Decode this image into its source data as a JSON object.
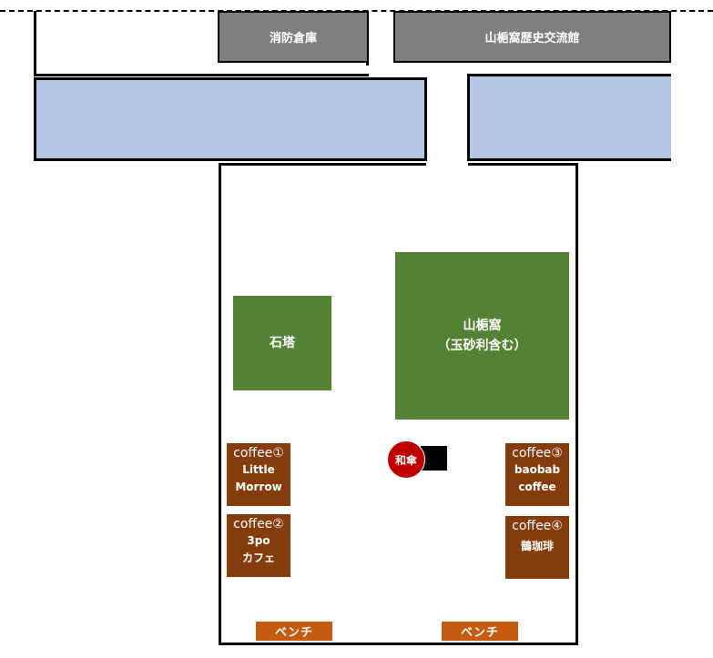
{
  "buildings": {
    "fire_storage": "消防倉庫",
    "museum": "山梔窩歴史交流館"
  },
  "features": {
    "stone_tower": "石塔",
    "sanshika_line1": "山梔窩",
    "sanshika_line2": "（玉砂利含む）",
    "umbrella": "和傘"
  },
  "coffee": [
    {
      "num": "coffee①",
      "name_line1": "Little",
      "name_line2": "Morrow"
    },
    {
      "num": "coffee②",
      "name_line1": "3po",
      "name_line2": "カフェ"
    },
    {
      "num": "coffee③",
      "name_line1": "baobab",
      "name_line2": "coffee"
    },
    {
      "num": "coffee④",
      "name_line1": "鵲珈琲",
      "name_line2": ""
    }
  ],
  "benches": [
    "ベンチ",
    "ベンチ"
  ],
  "colors": {
    "building": "#7f7f7f",
    "water": "#b4c7e7",
    "green": "#548235",
    "coffee": "#843c0c",
    "bench": "#c55a11",
    "umbrella": "#c00000"
  }
}
